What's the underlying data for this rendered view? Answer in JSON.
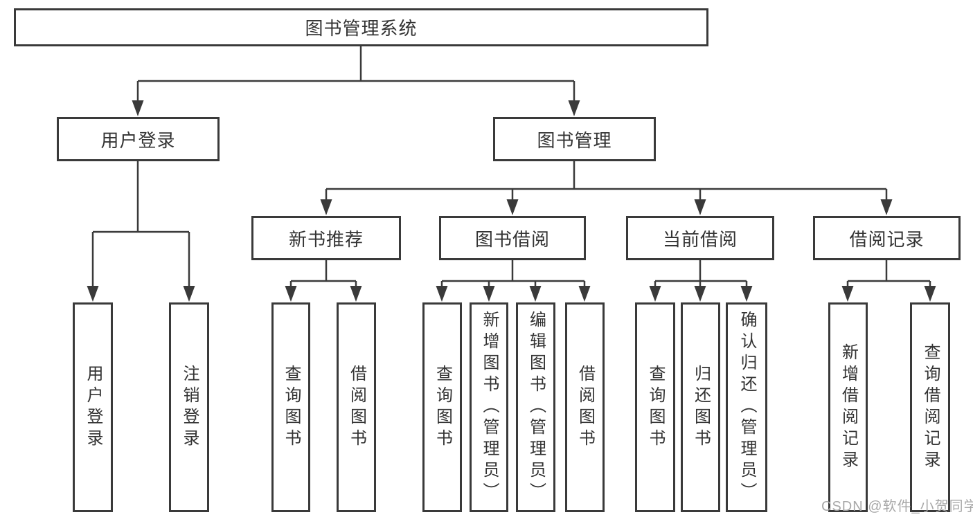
{
  "tree": {
    "label": "图书管理系统",
    "children": [
      {
        "label": "用户登录",
        "children": [
          {
            "label": "用户登录"
          },
          {
            "label": "注销登录"
          }
        ]
      },
      {
        "label": "图书管理",
        "children": [
          {
            "label": "新书推荐",
            "children": [
              {
                "label": "查询图书"
              },
              {
                "label": "借阅图书"
              }
            ]
          },
          {
            "label": "图书借阅",
            "children": [
              {
                "label": "查询图书"
              },
              {
                "label": "新增图书（管理员）"
              },
              {
                "label": "编辑图书（管理员）"
              },
              {
                "label": "借阅图书"
              }
            ]
          },
          {
            "label": "当前借阅",
            "children": [
              {
                "label": "查询图书"
              },
              {
                "label": "归还图书"
              },
              {
                "label": "确认归还（管理员）"
              }
            ]
          },
          {
            "label": "借阅记录",
            "children": [
              {
                "label": "新增借阅记录"
              },
              {
                "label": "查询借阅记录"
              }
            ]
          }
        ]
      }
    ]
  },
  "watermark": {
    "text": "CSDN @软件_小贺同学"
  },
  "colors": {
    "line": "#3a3a3a",
    "box_border": "#3a3a3a",
    "text": "#333333",
    "watermark": "#a8a8a8",
    "background": "#ffffff"
  }
}
